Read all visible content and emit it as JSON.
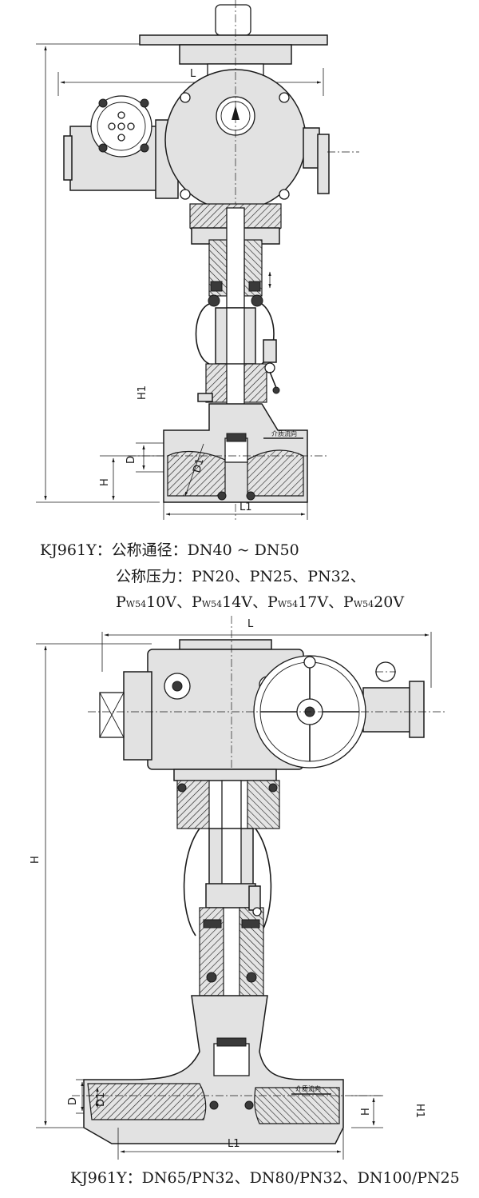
{
  "top": {
    "dims": {
      "L": "L",
      "H1": "H1",
      "D": "D",
      "D1": "D1",
      "H": "H",
      "L1": "L1"
    },
    "flow_label": "介质流向",
    "caption": {
      "model": "KJ961Y：",
      "dn_label": "公称通径：",
      "dn_value": "DN40 ~ DN50",
      "pn_label": "公称压力：",
      "pn_value": "PN20、PN25、PN32、",
      "pw": [
        "P",
        "W54",
        "10V、",
        "P",
        "W54",
        "14V、",
        "P",
        "W54",
        "17V、",
        "P",
        "W54",
        "20V"
      ]
    }
  },
  "bottom": {
    "dims": {
      "L": "L",
      "H": "H",
      "H1": "H1",
      "D": "D",
      "D1": "D1",
      "H_small": "H",
      "L1": "L1"
    },
    "flow_label": "介质流向",
    "caption": "KJ961Y：DN65/PN32、DN80/PN32、DN100/PN25"
  }
}
